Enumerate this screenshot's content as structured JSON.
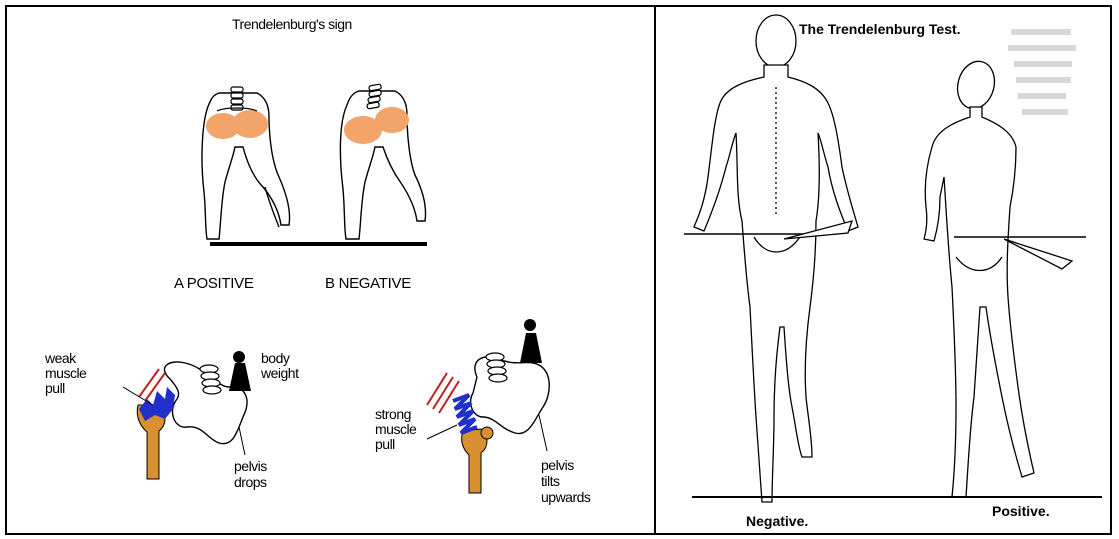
{
  "left_panel": {
    "title": "Trendelenburg's sign",
    "label_a": "A  POSITIVE",
    "label_b": "B  NEGATIVE",
    "weak_1": "weak",
    "weak_2": "muscle",
    "weak_3": "pull",
    "body_1": "body",
    "body_2": "weight",
    "drops_1": "pelvis",
    "drops_2": "drops",
    "strong_1": "strong",
    "strong_2": "muscle",
    "strong_3": "pull",
    "tilts_1": "pelvis",
    "tilts_2": "tilts",
    "tilts_3": "upwards"
  },
  "right_panel": {
    "title": "The Trendelenburg Test.",
    "negative": "Negative.",
    "positive": "Positive."
  },
  "colors": {
    "skin_shade": "#f2a46a",
    "muscle_blue": "#2030c8",
    "bone_orange": "#d89030",
    "arrow_red": "#c02020"
  }
}
